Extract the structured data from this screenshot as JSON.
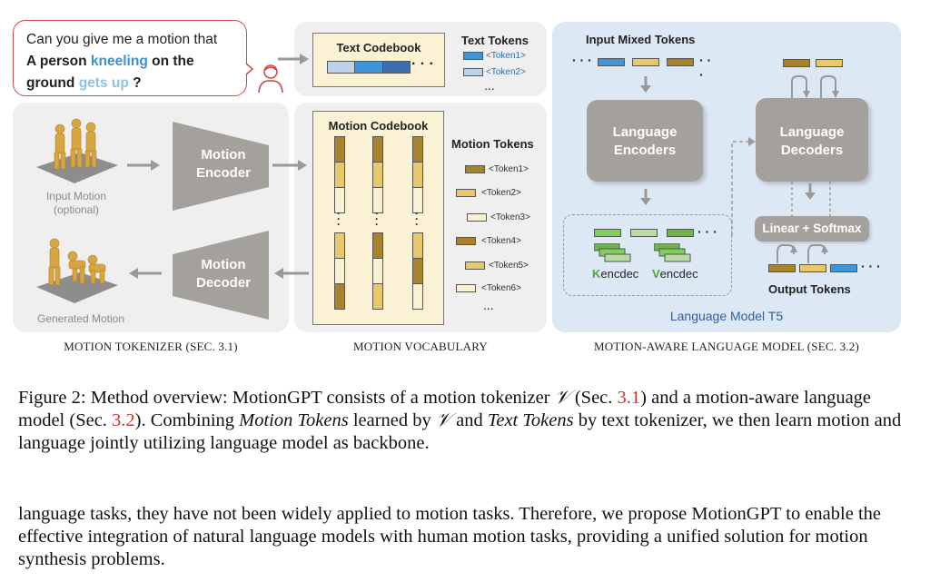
{
  "figure": {
    "bubble": {
      "line1": "Can you give me a motion that",
      "w_a_person": "A person ",
      "w_kneeling": "kneeling",
      "w_on_the": " on the",
      "w_ground": "ground ",
      "w_gets_up": "gets up",
      "w_q": " ?"
    },
    "text_codebook": "Text Codebook",
    "text_tokens": {
      "title": "Text Tokens",
      "items": [
        "<Token1>",
        "<Token2>"
      ],
      "ellipsis": "..."
    },
    "tokenizer": {
      "input_motion": "Input Motion",
      "optional": "(optional)",
      "generated_motion": "Generated Motion",
      "encoder": "Motion Encoder",
      "decoder": "Motion Decoder"
    },
    "motion_codebook": "Motion Codebook",
    "motion_tokens": {
      "title": "Motion Tokens",
      "items": [
        "<Token1>",
        "<Token2>",
        "<Token3>",
        "<Token4>",
        "<Token5>",
        "<Token6>"
      ],
      "ellipsis": "..."
    },
    "lm": {
      "input_mixed": "Input Mixed Tokens",
      "encoders": "Language Encoders",
      "decoders": "Language Decoders",
      "linear_softmax": "Linear + Softmax",
      "k_letter": "K",
      "k_rest": "encdec",
      "v_letter": "V",
      "v_rest": "encdec",
      "output_tokens": "Output Tokens",
      "model_label": "Language Model T5"
    },
    "section_labels": {
      "tokenizer": "MOTION TOKENIZER (SEC. 3.1)",
      "vocab": "MOTION VOCABULARY",
      "lm": "MOTION-AWARE LANGUAGE MODEL (SEC. 3.2)"
    }
  },
  "caption": {
    "prefix": "Figure 2: Method overview: MotionGPT consists of a motion tokenizer ",
    "sym_v": "𝒱",
    "part2": " (Sec. ",
    "ref1": "3.1",
    "part3": ") and a motion-aware language model (Sec. ",
    "ref2": "3.2",
    "part4": "). Combining ",
    "motion_tokens_it": "Motion Tokens",
    "part5": " learned by ",
    "sym_v2": "𝒱",
    "part6": " and ",
    "text_tokens_it": "Text Tokens",
    "part7": " by text tokenizer, we then learn motion and language jointly utilizing language model as backbone."
  },
  "body_text": "language tasks, they have not been widely applied to motion tasks. Therefore, we propose MotionGPT to enable the effective integration of natural language models with human motion tasks, providing a unified solution for motion synthesis problems.",
  "colors": {
    "blue_dark": "#3d6fae",
    "blue_mid": "#3f95d8",
    "blue_light": "#bcd3e8",
    "gold_dark": "#a9822c",
    "gold": "#e8c86a",
    "cream": "#fbf2d6",
    "green": "#7fcf5a",
    "reference_red": "#d0342c"
  }
}
